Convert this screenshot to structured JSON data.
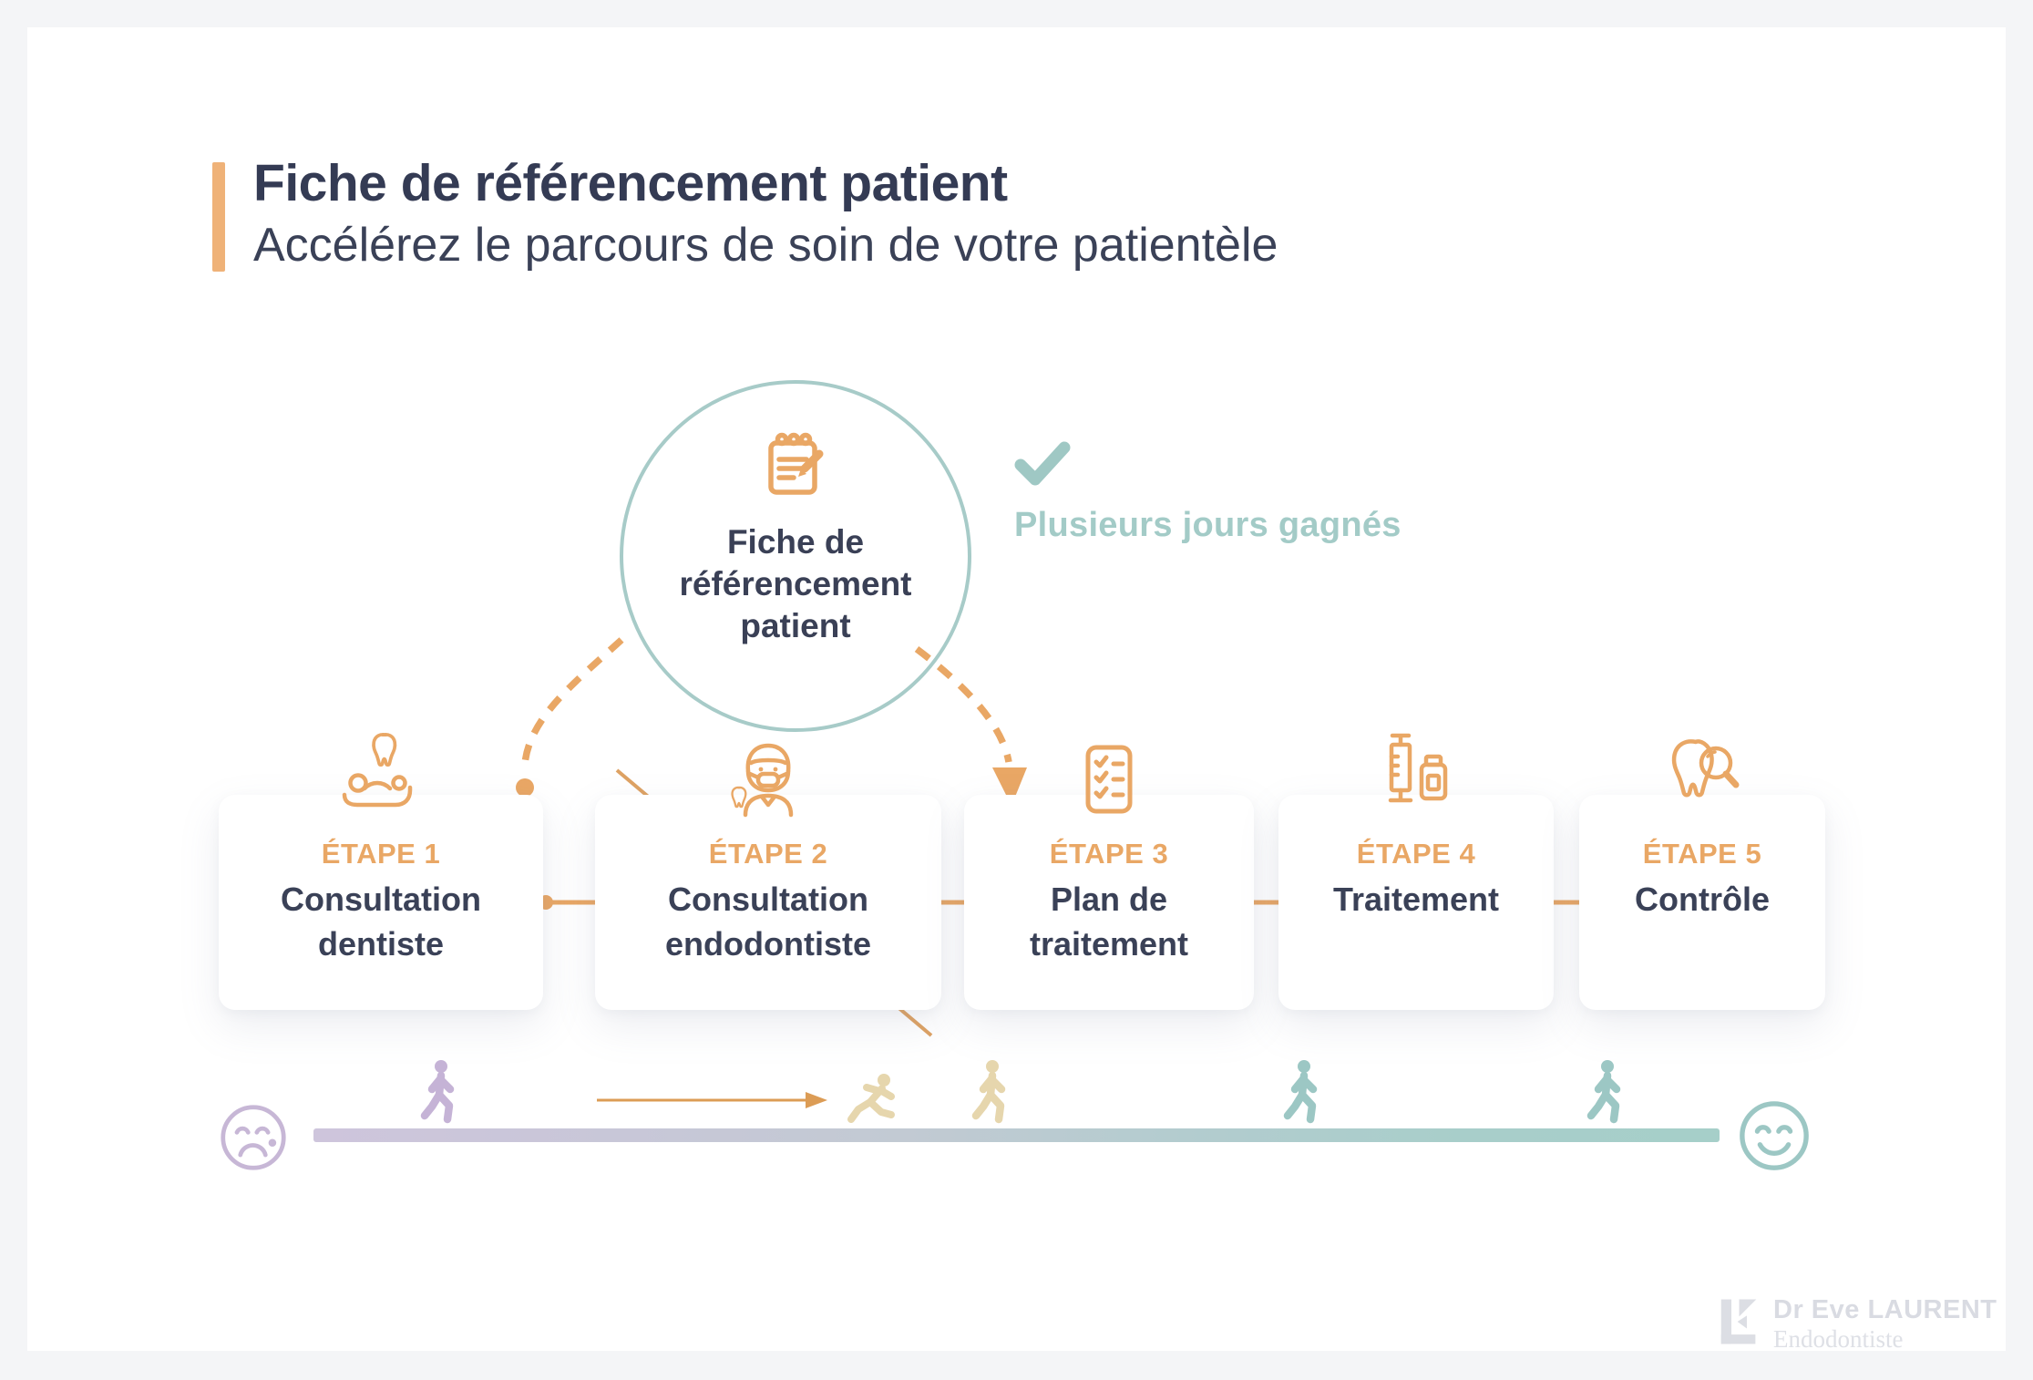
{
  "header": {
    "title": "Fiche de référencement patient",
    "subtitle": "Accélérez le parcours de soin de votre patientèle"
  },
  "circle": {
    "label": "Fiche de\nréférencement\npatient",
    "icon": "notepad-pencil-icon"
  },
  "benefit": {
    "label": "Plusieurs jours gagnés",
    "icon": "check-icon"
  },
  "steps": [
    {
      "label": "ÉTAPE 1",
      "title": "Consultation\ndentiste",
      "icon": "dental-chair-patient-icon",
      "skipped": false
    },
    {
      "label": "ÉTAPE 2",
      "title": "Consultation\nendodontiste",
      "icon": "dentist-mask-icon",
      "skipped": true
    },
    {
      "label": "ÉTAPE 3",
      "title": "Plan de\ntraitement",
      "icon": "checklist-icon",
      "skipped": false
    },
    {
      "label": "ÉTAPE 4",
      "title": "Traitement",
      "icon": "syringe-medicine-icon",
      "skipped": false
    },
    {
      "label": "ÉTAPE 5",
      "title": "Contrôle",
      "icon": "tooth-magnifier-icon",
      "skipped": false
    }
  ],
  "timeline": {
    "start_mood_icon": "sad-face-icon",
    "end_mood_icon": "happy-face-icon",
    "figures": [
      "walking-person-purple",
      "running-person-tan",
      "walking-person-tan",
      "walking-person-teal",
      "walking-person-teal"
    ],
    "shortcut_arrow": "time-saved-shortcut-arrow"
  },
  "logo": {
    "name": "Dr Eve LAURENT",
    "specialty": "Endodontiste"
  },
  "colors": {
    "accent_orange": "#E9A765",
    "accent_orange_dark": "#DC9C55",
    "navy_text": "#3A4157",
    "teal": "#A6CCC8",
    "teal_text": "#A3CBC7",
    "lavender": "#C6B5D6",
    "tan": "#E6D6AD",
    "teal_figure": "#9CC7C4",
    "frame_gray": "#F4F5F7",
    "logo_gray": "#D9DBE2"
  }
}
